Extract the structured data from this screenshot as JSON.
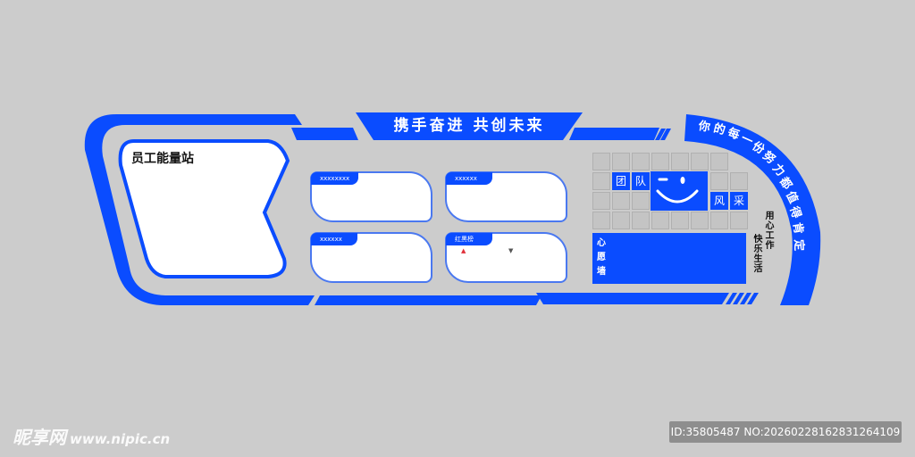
{
  "colors": {
    "background": "#cccccc",
    "brand_blue": "#0a4cff",
    "card_border": "#4a78f0",
    "grid_cell": "#c4c4c4"
  },
  "header": {
    "slogan": "携手奋进  共创未来"
  },
  "left_panel": {
    "title": "员工能量站"
  },
  "cards": [
    {
      "tag": "xxxxxxxx"
    },
    {
      "tag": "xxxxxx"
    },
    {
      "tag": "xxxxxx"
    },
    {
      "tag": "红黑榜",
      "icons": [
        "thumbs-up-icon",
        "thumbs-down-icon"
      ]
    }
  ],
  "team_grid": {
    "tiles": [
      "团",
      "队",
      "风",
      "采"
    ],
    "smiley": "wink-smiley"
  },
  "wish_wall": {
    "chars": [
      "心",
      "愿",
      "墙"
    ]
  },
  "side_text": {
    "line1": "用心工作",
    "line2": "快乐生活"
  },
  "arc_banner": {
    "chars": [
      "你",
      "的",
      "每",
      "一",
      "份",
      "努",
      "力",
      "都",
      "值",
      "得",
      "肯",
      "定"
    ]
  },
  "watermark": {
    "logo": "昵享网",
    "url": "www.nipic.cn"
  },
  "id_label": "ID:35805487 NO:20260228162831264109"
}
